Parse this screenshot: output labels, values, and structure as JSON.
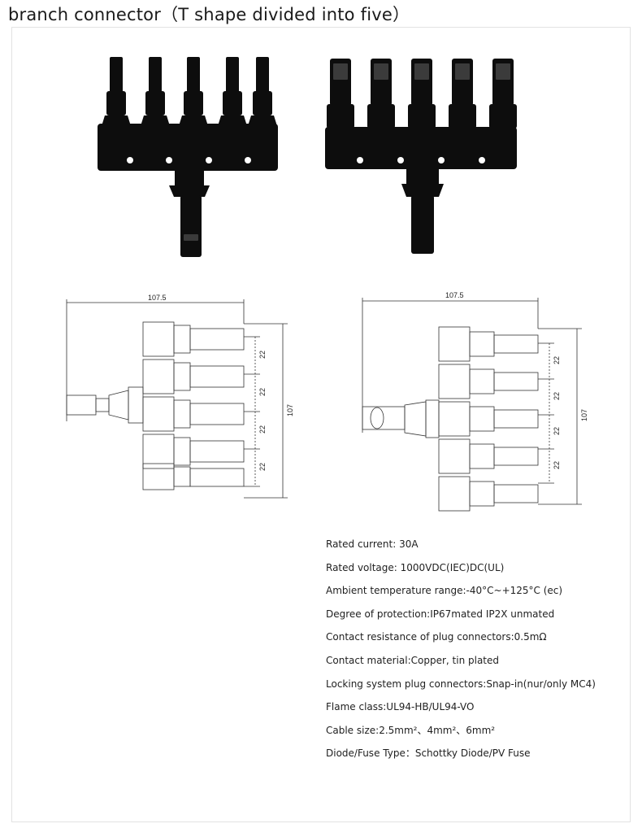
{
  "title": "branch connector（T shape divided into five）",
  "drawings": {
    "left": {
      "width_label": "107.5",
      "pitch_labels": [
        "22",
        "22",
        "22",
        "22"
      ],
      "height_label": "107"
    },
    "right": {
      "width_label": "107.5",
      "pitch_labels": [
        "22",
        "22",
        "22",
        "22"
      ],
      "height_label": "107"
    }
  },
  "specs": [
    "Rated current: 30A",
    "Rated voltage: 1000VDC(IEC)DC(UL)",
    "Ambient temperature range:-40°C~+125°C (ec)",
    "Degree of protection:IP67mated IP2X unmated",
    "Contact resistance of plug connectors:0.5mΩ",
    "Contact material:Copper, tin plated",
    "Locking system plug connectors:Snap-in(nur/only MC4)",
    "Flame class:UL94-HB/UL94-VO",
    "Cable size:2.5mm²、4mm²、6mm²",
    "Diode/Fuse Type：Schottky Diode/PV Fuse"
  ]
}
